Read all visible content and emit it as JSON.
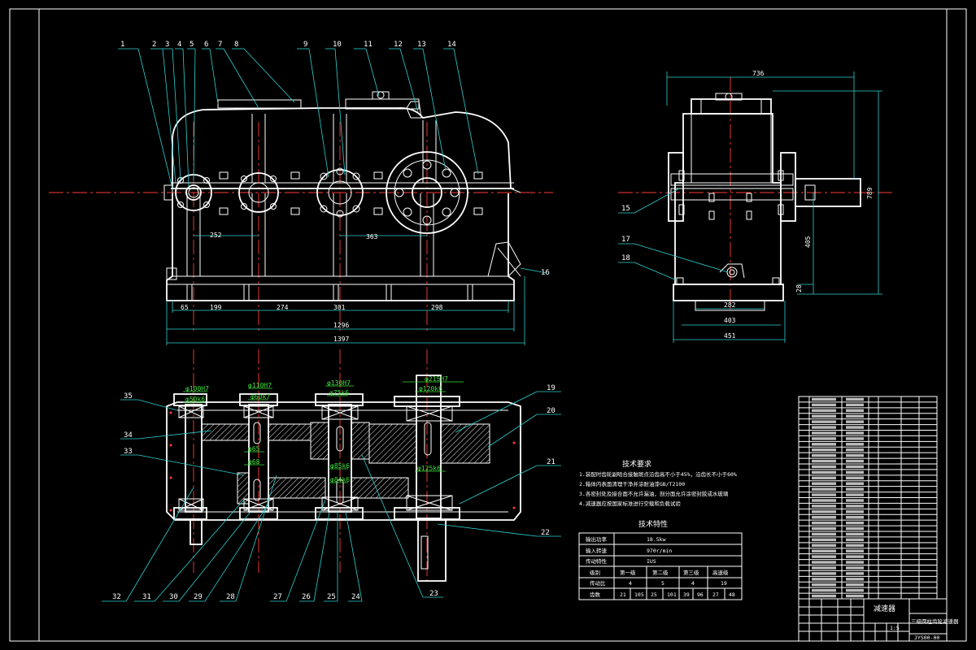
{
  "drawing": {
    "part_numbers_top": [
      "1",
      "2",
      "3",
      "4",
      "5",
      "6",
      "7",
      "8",
      "9",
      "10",
      "11",
      "12",
      "13",
      "14"
    ],
    "part_numbers_right": [
      "15",
      "16",
      "17",
      "18",
      "19",
      "20",
      "21",
      "22",
      "23"
    ],
    "part_numbers_bottom": [
      "32",
      "31",
      "30",
      "29",
      "28",
      "27",
      "26",
      "25",
      "24"
    ],
    "part_numbers_left": [
      "35",
      "34",
      "33"
    ]
  },
  "dimensions_front": {
    "d252": "252",
    "d363": "363",
    "d65": "65",
    "d199": "199",
    "d274": "274",
    "d301": "301",
    "d298": "298",
    "d1296": "1296",
    "d1397": "1397"
  },
  "dimensions_side": {
    "d736": "736",
    "d789": "789",
    "d405": "405",
    "d28": "28",
    "d282": "282",
    "d403": "403",
    "d451": "451"
  },
  "fits_plan": {
    "f1": "φ100H7",
    "f2": "φ110H7",
    "f3": "φ130H7",
    "f4": "φ215H7",
    "f5": "φ50k6",
    "f6": "φ60k7",
    "f7": "φ75k6",
    "f8": "φ120k6",
    "f9": "φ65",
    "f10": "φ68",
    "f11": "φ85k6",
    "f12": "φ84k6",
    "f13": "φ125k6"
  },
  "tech_req_title": "技术要求",
  "tech_req_lines": [
    "1.装配时齿轮副啮合接触斑点沿齿高不小于45%，沿齿长不小于60%",
    "2.箱体内表面清理干净并涂耐油漆GB/T2100",
    "3.各密封处及接合面不允许漏油，剖分面允许涂密封胶或水玻璃",
    "4.减速器应按国家标准进行空载和负载试验"
  ],
  "spec_title": "技术特性",
  "spec_rows": [
    {
      "label": "输出功率",
      "value": "18.5kw"
    },
    {
      "label": "输入转速",
      "value": "970r/min"
    },
    {
      "label": "传动特性",
      "value": "IUS"
    }
  ],
  "spec_stage_header": [
    "级别",
    "第一级",
    "第二级",
    "第三级",
    "高速级"
  ],
  "spec_ratio_row": [
    "传动比",
    "4",
    "5",
    "4",
    "19"
  ],
  "spec_teeth_row": [
    "齿数",
    "21",
    "105",
    "25",
    "101",
    "39",
    "96",
    "27",
    "48"
  ],
  "title_block": {
    "name": "减速器",
    "subtitle": "三级圆柱齿轮减速器",
    "drawing_no": "JYS00-00",
    "scale": "1:5"
  },
  "bom_rows": 36
}
